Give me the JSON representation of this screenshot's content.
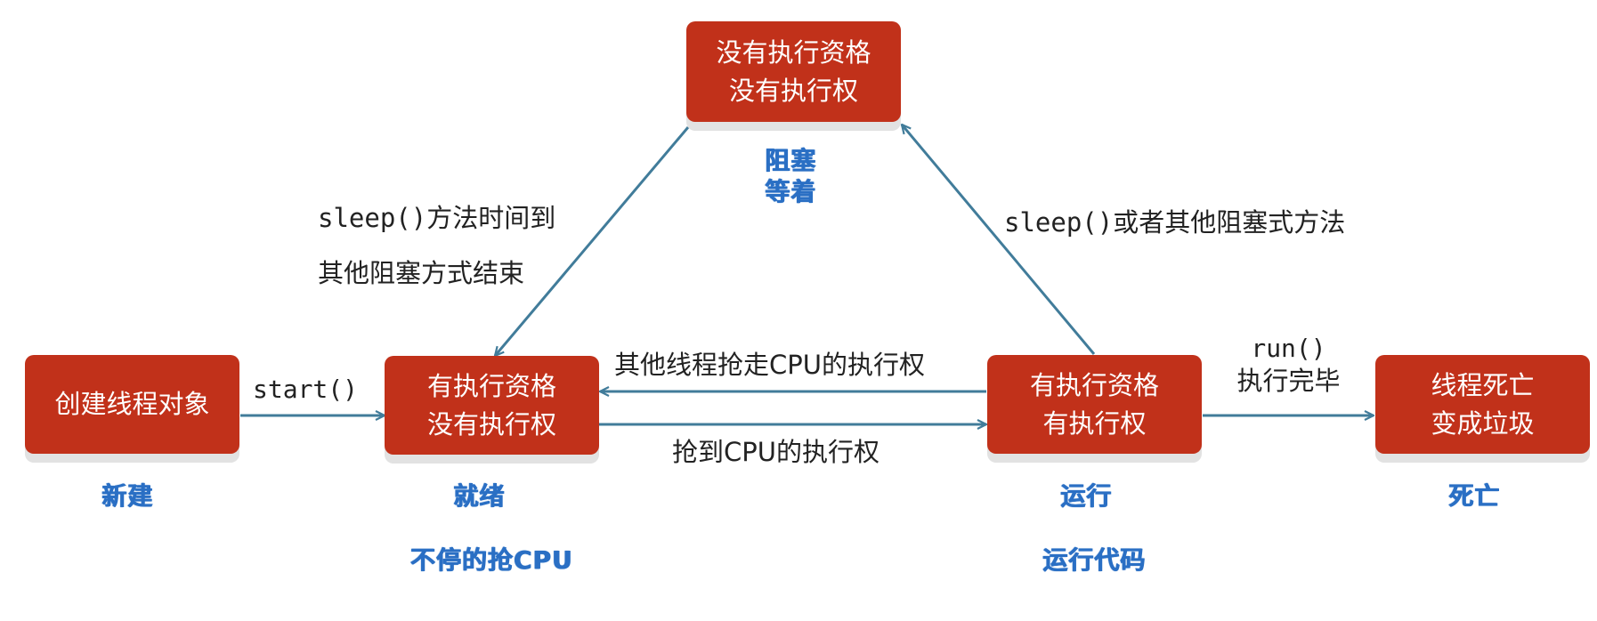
{
  "states": {
    "new": {
      "box_lines": [
        "创建线程对象"
      ],
      "label": "新建"
    },
    "ready": {
      "box_lines": [
        "有执行资格",
        "没有执行权"
      ],
      "label": "就绪",
      "note": "不停的抢CPU"
    },
    "running": {
      "box_lines": [
        "有执行资格",
        "有执行权"
      ],
      "label": "运行",
      "note": "运行代码"
    },
    "blocked": {
      "box_lines": [
        "没有执行资格",
        "没有执行权"
      ],
      "label_lines": [
        "阻塞",
        "等着"
      ]
    },
    "dead": {
      "box_lines": [
        "线程死亡",
        "变成垃圾"
      ],
      "label": "死亡"
    }
  },
  "transitions": {
    "new_to_ready": {
      "method": "start()"
    },
    "ready_to_running": {
      "text": "抢到CPU的执行权"
    },
    "running_to_ready": {
      "text": "其他线程抢走CPU的执行权"
    },
    "running_to_blocked": {
      "method": "sleep()",
      "text": "或者其他阻塞式方法"
    },
    "blocked_to_ready": {
      "line1_method": "sleep()",
      "line1_text": "方法时间到",
      "line2": "其他阻塞方式结束"
    },
    "running_to_dead": {
      "method": "run()",
      "text": "执行完毕"
    }
  },
  "colors": {
    "box": "#c1311a",
    "label": "#2a6fc4",
    "arrow": "#417c9a",
    "text": "#222222"
  }
}
